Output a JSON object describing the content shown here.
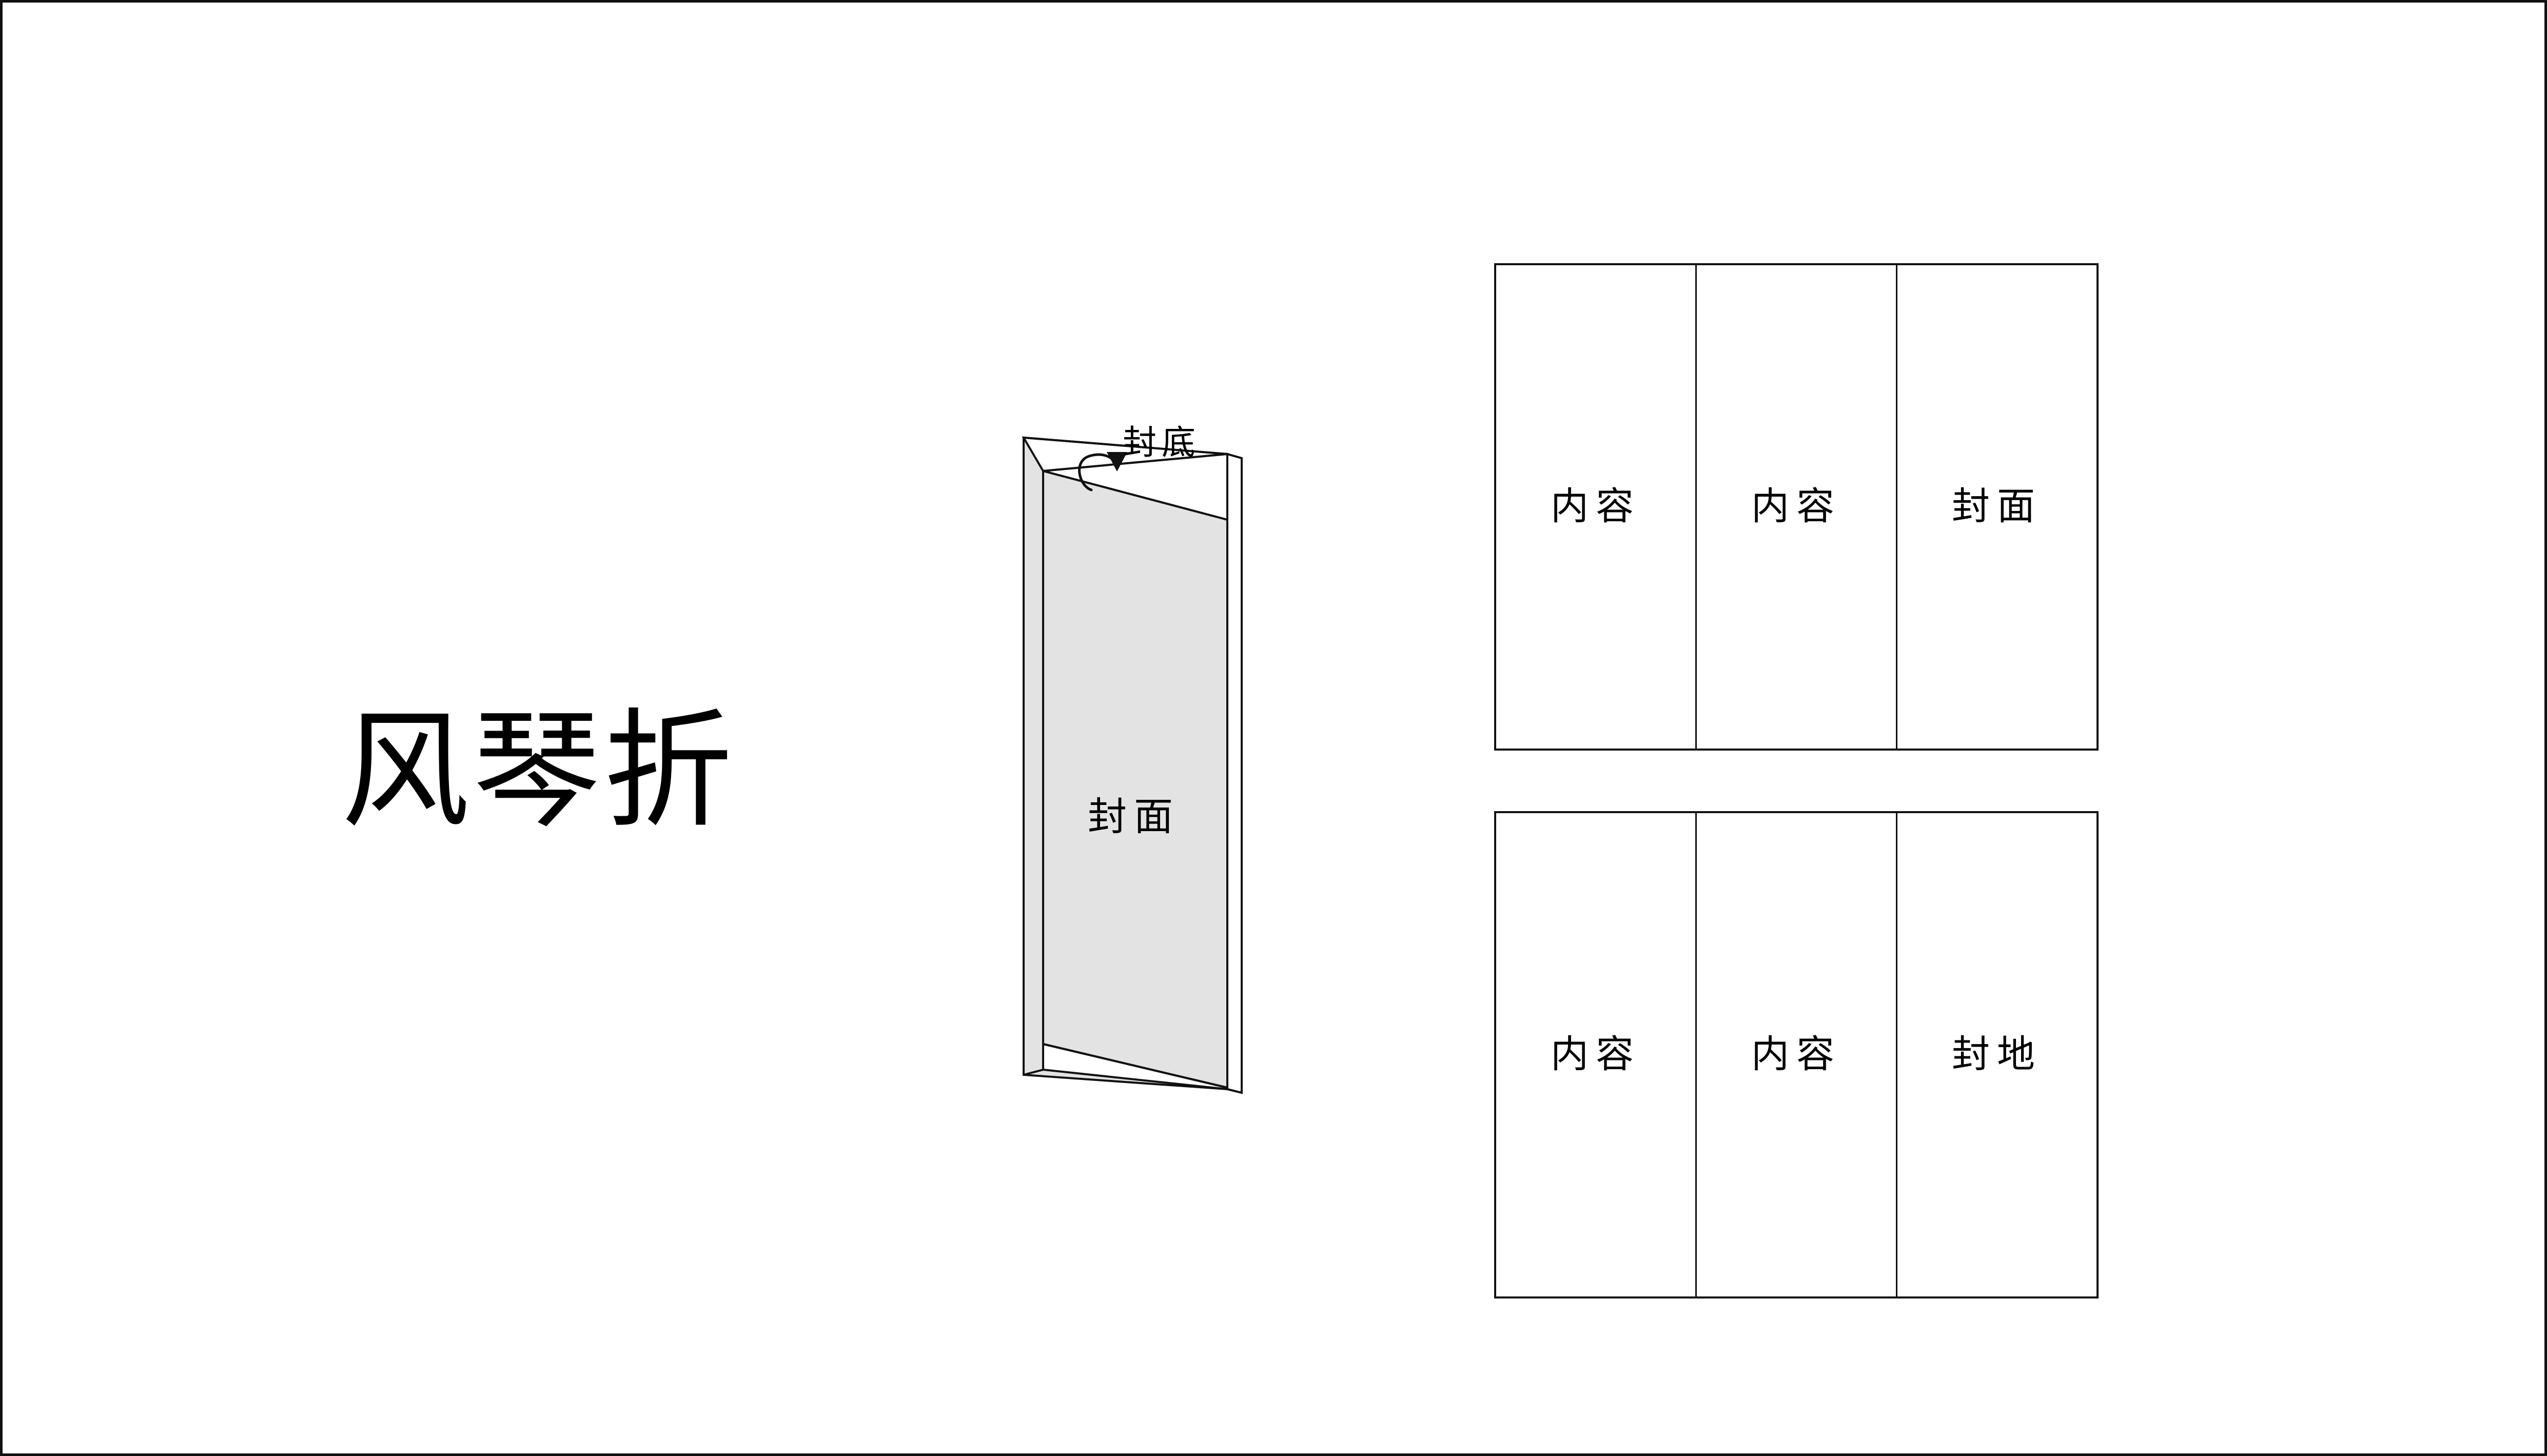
{
  "diagram": {
    "title": "风琴折",
    "perspective": {
      "callout_label": "封底",
      "front_face_label": "封面",
      "arrow_icon": "curved-arrow-icon"
    },
    "sheets": [
      {
        "name": "front-sheet",
        "panels": [
          {
            "label": "内容"
          },
          {
            "label": "内容"
          },
          {
            "label": "封面"
          }
        ]
      },
      {
        "name": "back-sheet",
        "panels": [
          {
            "label": "内容"
          },
          {
            "label": "内容"
          },
          {
            "label": "封地"
          }
        ]
      }
    ],
    "colors": {
      "paper_gray": "#E3E3E3",
      "stroke": "#111111",
      "background": "#FFFFFF"
    }
  }
}
